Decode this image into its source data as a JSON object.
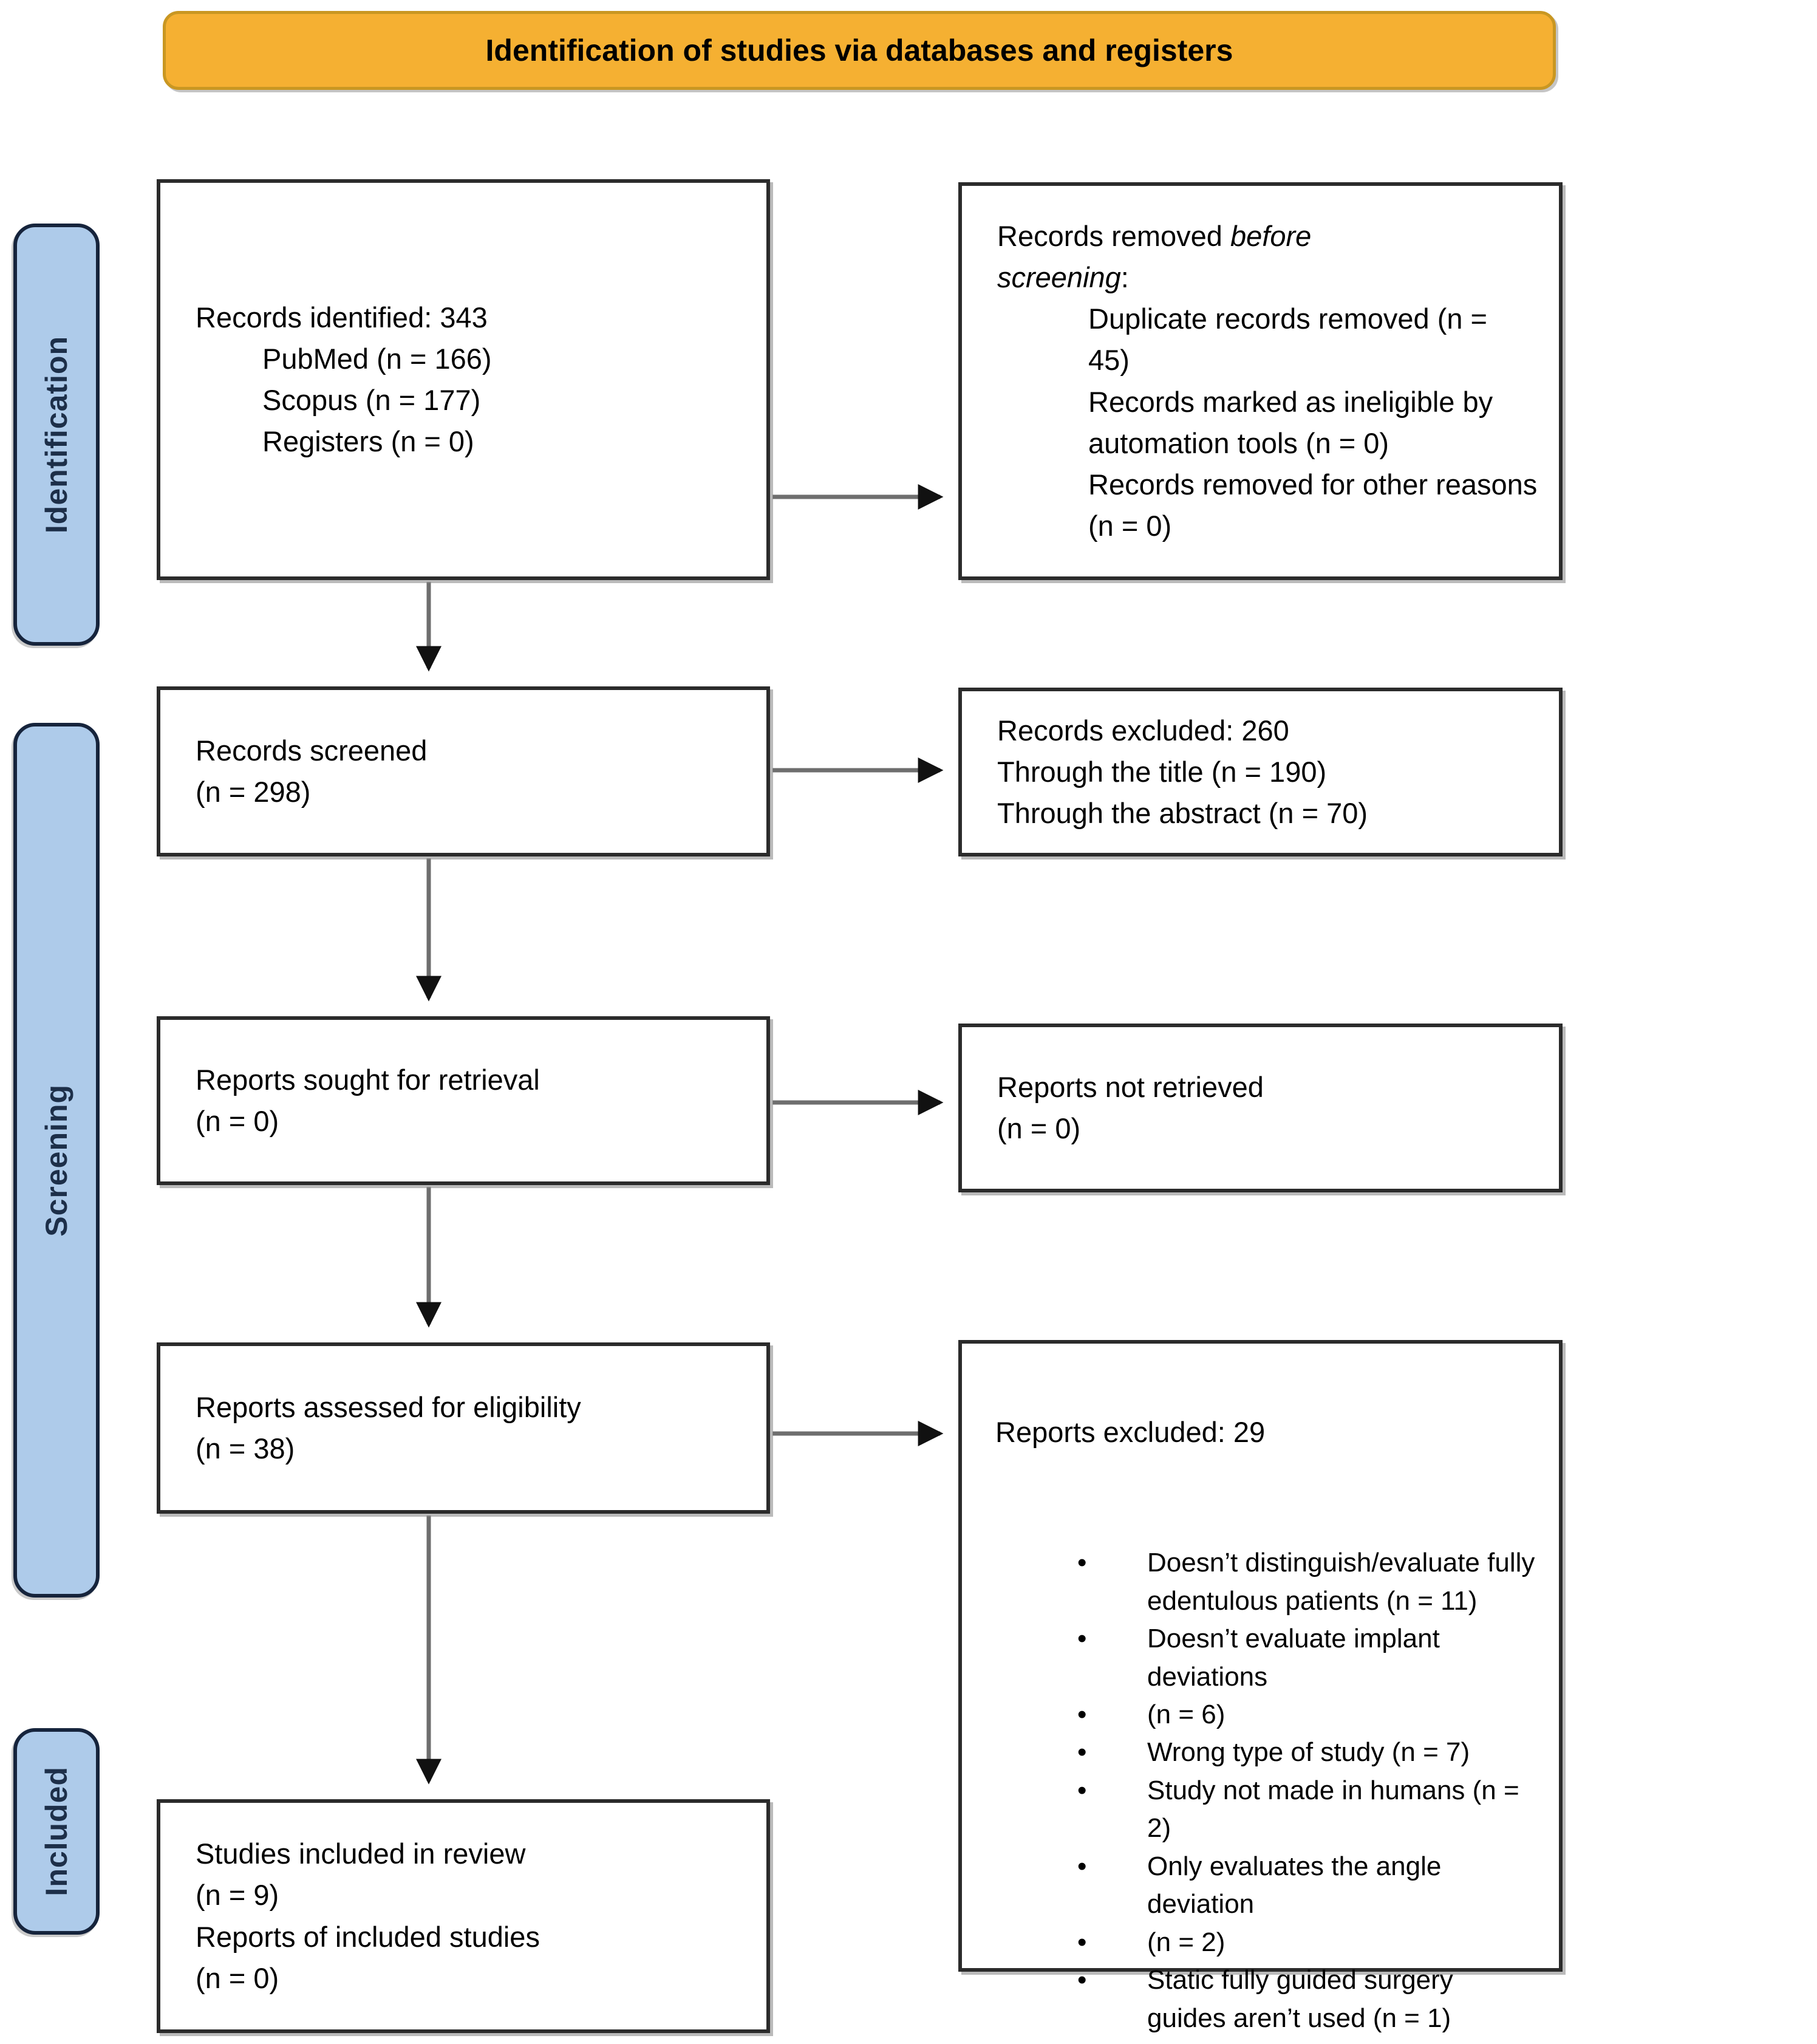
{
  "banner": {
    "label": "Identification of studies via databases and registers"
  },
  "stages": [
    {
      "label": "Identification"
    },
    {
      "label": "Screening"
    },
    {
      "label": "Included"
    }
  ],
  "boxes": {
    "records_identified": {
      "title": "Records identified: 343",
      "items": [
        "PubMed (n = 166)",
        "Scopus (n = 177)",
        "Registers (n = 0)"
      ]
    },
    "records_removed": {
      "heading_line1_normal": "Records removed ",
      "heading_line1_italic": "before",
      "heading_line2_italic": "screening",
      "heading_line2_suffix": ":",
      "items": [
        "Duplicate records removed (n =  45)",
        "Records marked as ineligible by automation tools (n = 0)",
        "Records removed for other reasons (n = 0)"
      ]
    },
    "records_screened": {
      "lines": [
        "Records screened",
        "(n = 298)"
      ]
    },
    "records_excluded": {
      "lines": [
        "Records excluded: 260",
        "Through the title (n = 190)",
        "Through the abstract (n = 70)"
      ]
    },
    "reports_sought": {
      "lines": [
        "Reports sought for retrieval",
        "(n = 0)"
      ]
    },
    "reports_not_retrieved": {
      "lines": [
        "Reports not retrieved",
        "(n = 0)"
      ]
    },
    "reports_assessed": {
      "lines": [
        "Reports assessed for eligibility",
        "(n = 38)"
      ]
    },
    "reports_excluded": {
      "title": "Reports excluded: 29",
      "bullet_glyph": "•",
      "bullets": [
        "Doesn’t distinguish/evaluate fully edentulous patients (n = 11)",
        "Doesn’t evaluate implant deviations",
        "(n = 6)",
        "Wrong type of study (n = 7)",
        "Study not made in humans (n = 2)",
        "Only evaluates the angle deviation",
        "(n = 2)",
        "Static fully guided surgery guides aren’t used (n = 1)"
      ]
    },
    "studies_included": {
      "lines": [
        "Studies included in review",
        "(n = 9)",
        "Reports of included studies",
        "(n = 0)"
      ]
    }
  },
  "colors": {
    "banner_fill": "#F5B032",
    "banner_border": "#C99722",
    "stage_fill": "#AECBEA",
    "stage_border": "#16243C",
    "stage_text": "#1D2F49",
    "box_border": "#2B2B2B",
    "arrow_line": "#6E6E6E",
    "arrow_head": "#111111"
  }
}
